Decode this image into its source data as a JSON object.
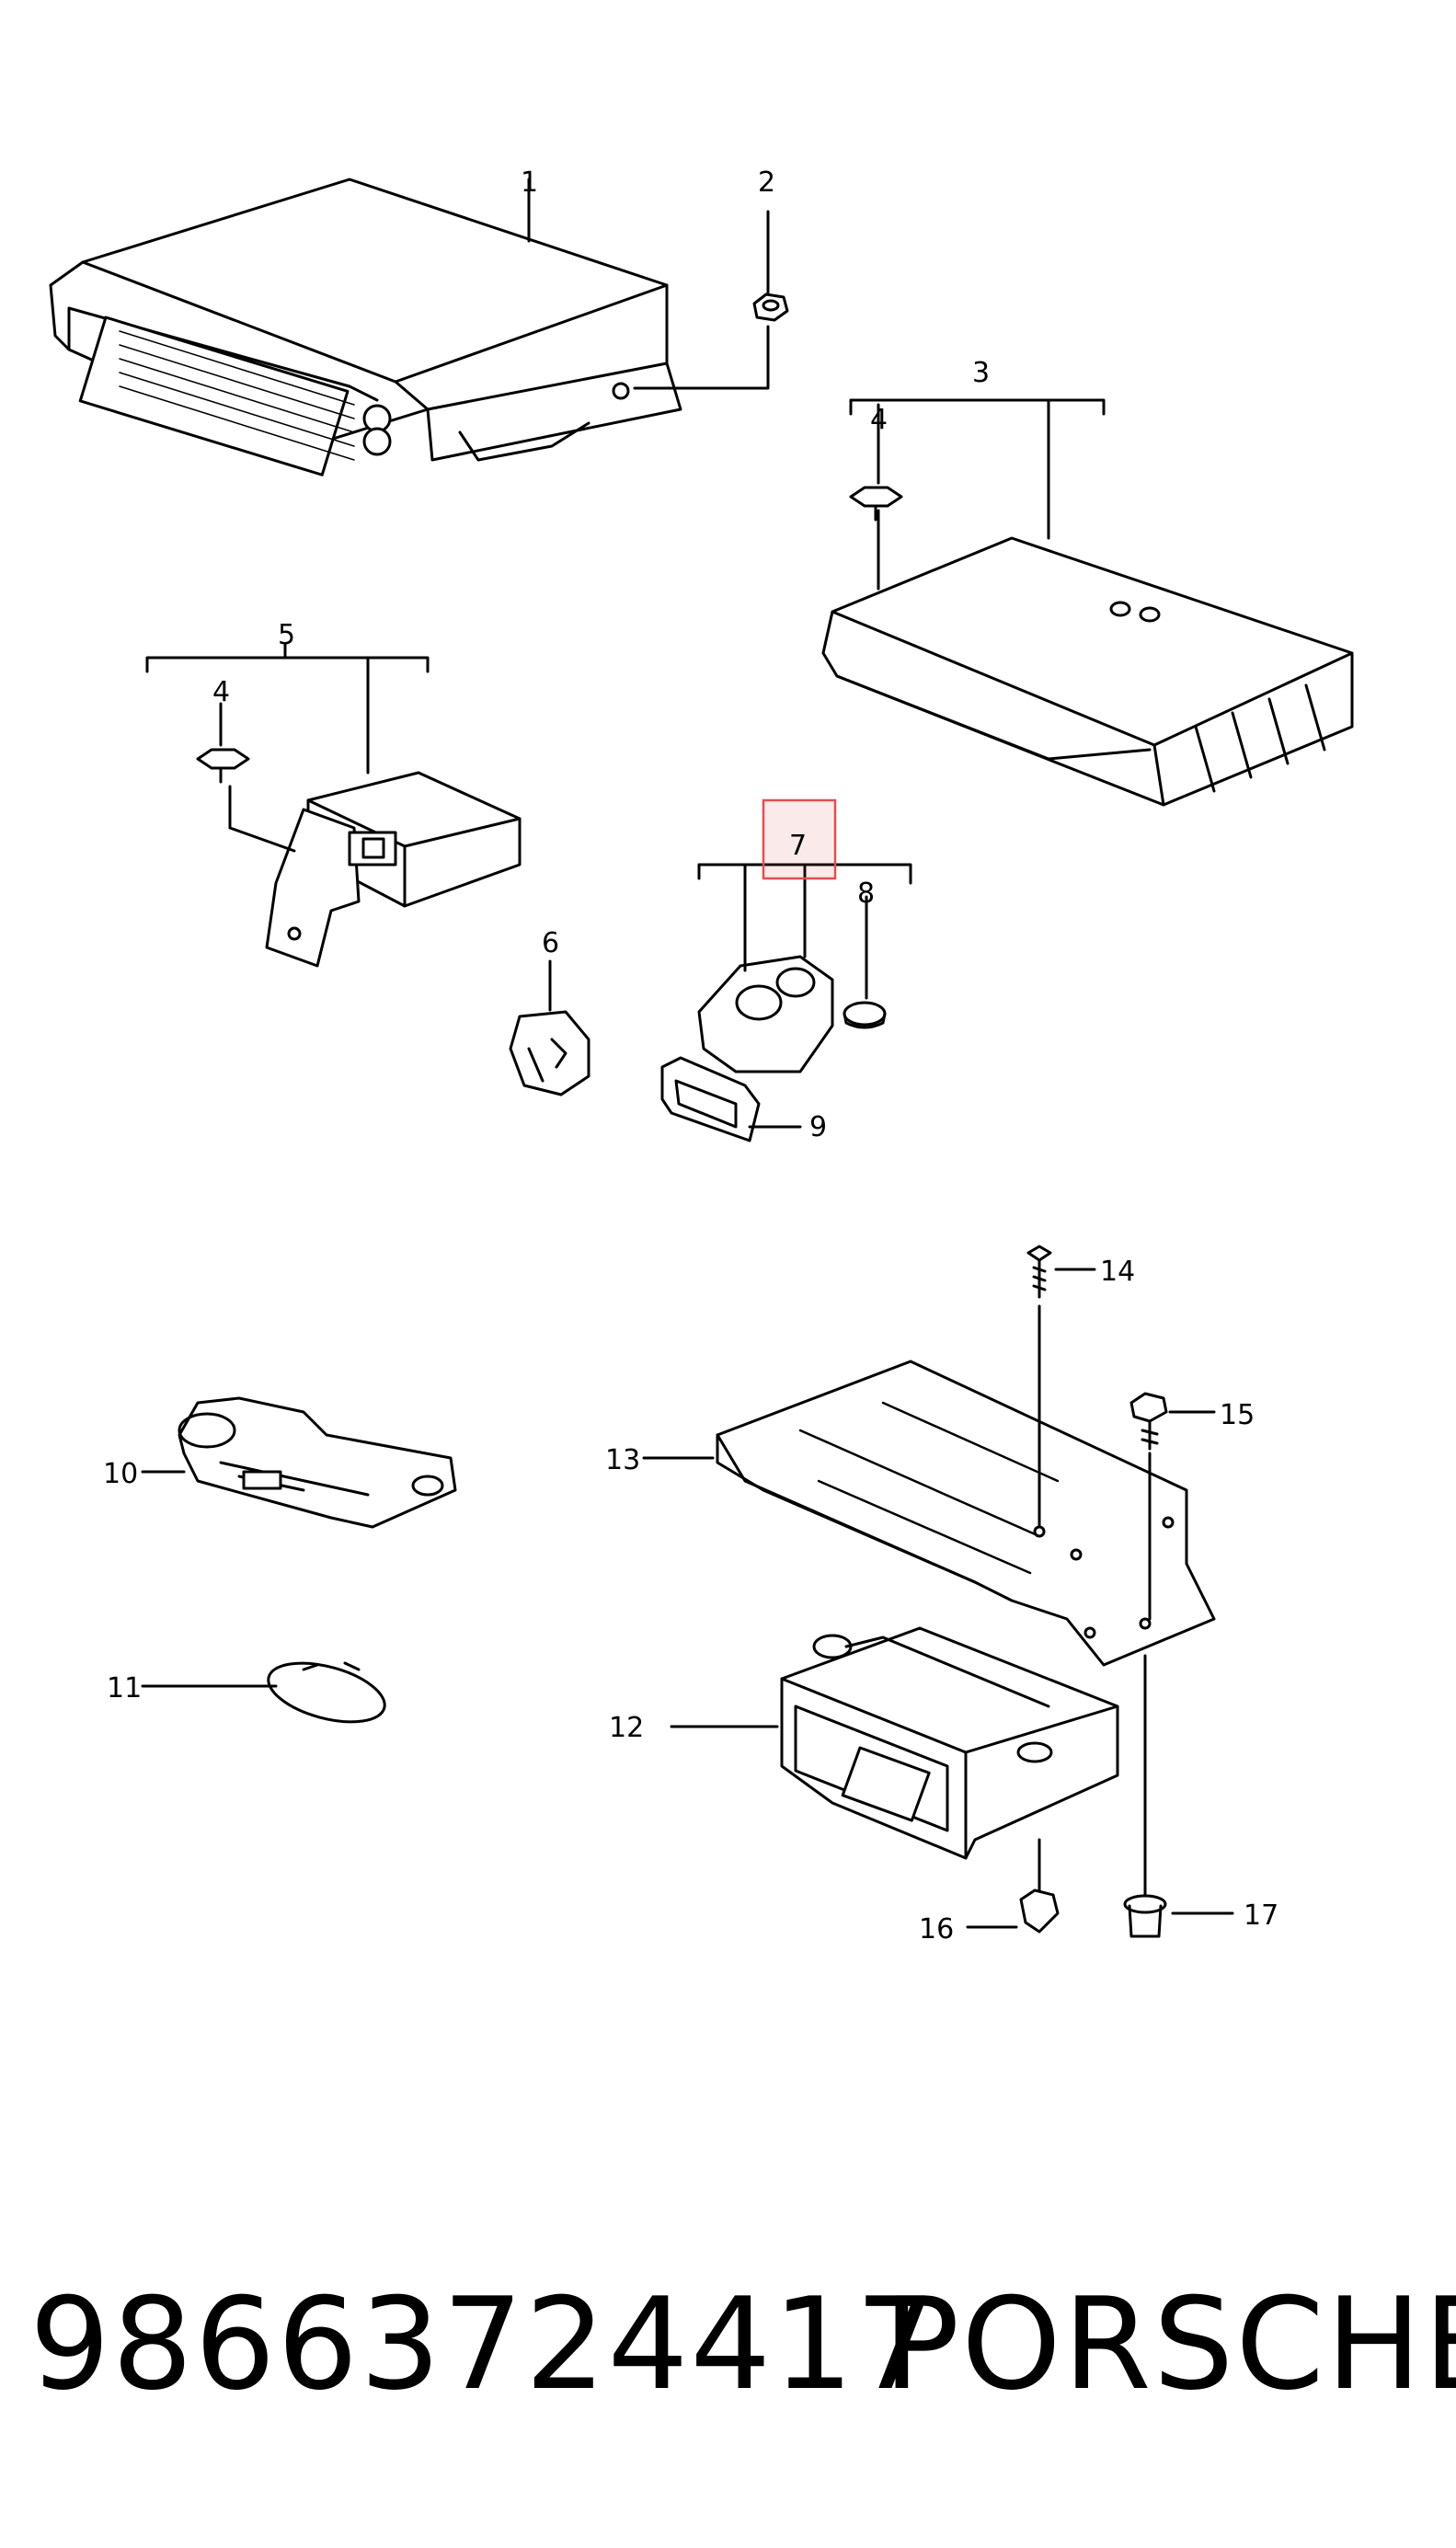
{
  "callouts": {
    "c1": "1",
    "c2": "2",
    "c3": "3",
    "c4a": "4",
    "c4b": "4",
    "c5": "5",
    "c6": "6",
    "c7": "7",
    "c8": "8",
    "c9": "9",
    "c10": "10",
    "c11": "11",
    "c12": "12",
    "c13": "13",
    "c14": "14",
    "c15": "15",
    "c16": "16",
    "c17": "17"
  },
  "highlight": {
    "callout": "7",
    "color": "#e05050"
  },
  "footer": {
    "part_number": "98663724417",
    "brand": "PORSCHE"
  }
}
